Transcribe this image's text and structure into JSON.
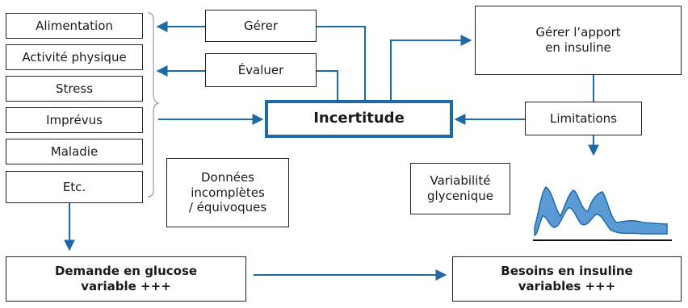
{
  "factors": [
    "Alimentation",
    "Activité physique",
    "Stress",
    "Imprévus",
    "Maladie",
    "Etc."
  ],
  "actions": {
    "manage": "Gérer",
    "evaluate": "Évaluer"
  },
  "center": "Incertitude",
  "insulin_management": [
    "Gérer l’apport",
    "en insuline"
  ],
  "limitations": "Limitations",
  "incomplete_data": [
    "Données",
    "incomplètes",
    "/ équivoques"
  ],
  "glycemic_variability": [
    "Variabilité",
    "glycenique"
  ],
  "glucose_demand": [
    "Demande en glucose",
    "variable +++"
  ],
  "insulin_needs": [
    "Besoins en insuline",
    "variables +++"
  ],
  "colors": {
    "arrow": "#1f6aa5",
    "curve_fill": "#5b9bd5",
    "curve_stroke": "#1f6aa5",
    "border": "#222222"
  }
}
